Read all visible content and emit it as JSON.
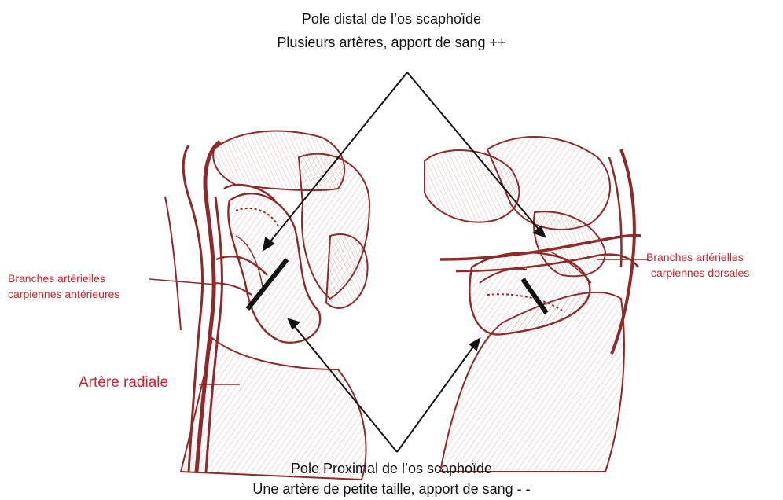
{
  "top_label": {
    "line1": "Pole distal de l’os scaphoïde",
    "line2": "Plusieurs artères, apport de sang ++"
  },
  "bottom_label": {
    "line1": "Pole Proximal de l’os scaphoïde",
    "line2": "Une artère de petite taille, apport de sang - -"
  },
  "left_labels": {
    "branches_line1": "Branches artérielles",
    "branches_line2": "carpiennes antérieures",
    "artery": "Artère radiale"
  },
  "right_labels": {
    "branches_line1": "Branches artérielles",
    "branches_line2": "carpiennes dorsales"
  },
  "colors": {
    "label_red": "#c8262c",
    "drawing_red": "#8e2a2a",
    "arrow": "#111111"
  }
}
